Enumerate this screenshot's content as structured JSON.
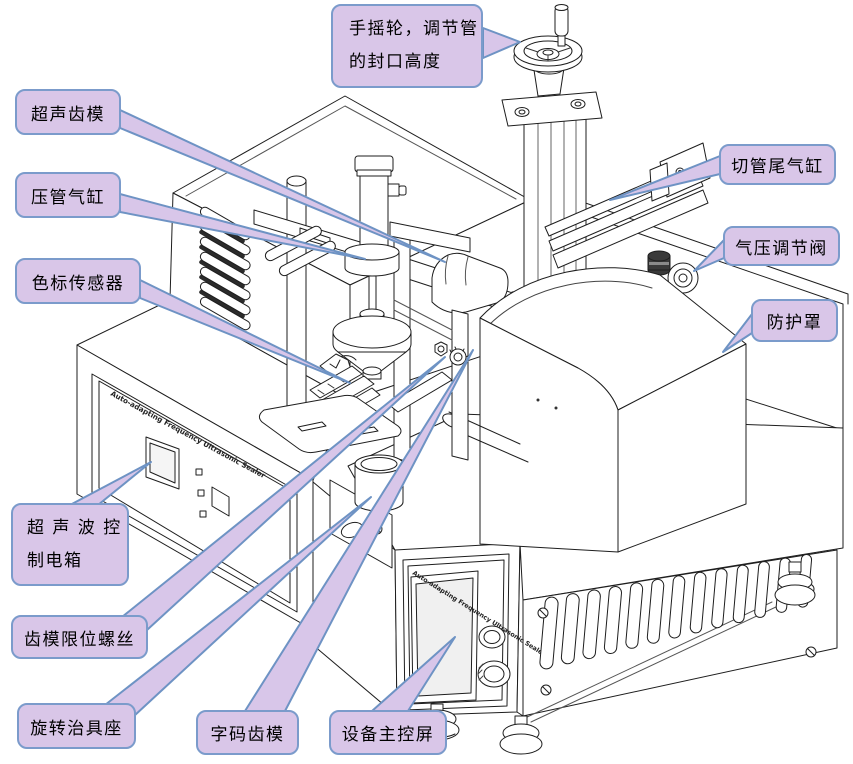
{
  "diagram": {
    "background_color": "#ffffff",
    "line_color": "#1e1e1e",
    "callout_fill": "#D9C6E8",
    "callout_border": "#7B9BCB",
    "leader_fill": "#D8C6E9",
    "leader_stroke": "#6E93C4"
  },
  "labels": {
    "hand_wheel": {
      "line1": "手摇轮，调节管",
      "line2": "的封口高度"
    },
    "ultrasonic_mold": {
      "text": "超声齿模"
    },
    "tube_press_cylinder": {
      "text": "压管气缸"
    },
    "color_mark_sensor": {
      "text": "色标传感器"
    },
    "ultrasonic_control_box": {
      "line1": "超 声 波 控",
      "line2": "制电箱"
    },
    "mold_limit_screw": {
      "text": "齿模限位螺丝"
    },
    "rotary_jig_seat": {
      "text": "旋转治具座"
    },
    "code_mold": {
      "text": "字码齿模"
    },
    "main_control_screen": {
      "text": "设备主控屏"
    },
    "tube_cut_tail_cylinder": {
      "text": "切管尾气缸"
    },
    "air_pressure_valve": {
      "text": "气压调节阀"
    },
    "protective_cover": {
      "text": "防护罩"
    }
  },
  "machine": {
    "panel_text": "Auto-adapting Frequency Ultrasonic Sealer"
  }
}
